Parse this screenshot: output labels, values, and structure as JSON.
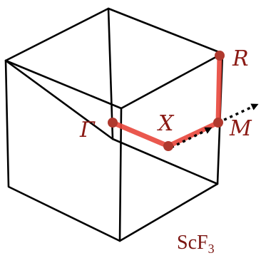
{
  "figure": {
    "material": "ScF",
    "material_subscript": "3",
    "points": [
      {
        "id": "gamma",
        "label": "Γ"
      },
      {
        "id": "x",
        "label": "X"
      },
      {
        "id": "m",
        "label": "M"
      },
      {
        "id": "r",
        "label": "R"
      }
    ],
    "path_order": [
      "Γ",
      "X",
      "M",
      "R"
    ],
    "colors": {
      "cube_edges": "#000000",
      "path": "#e8463b",
      "points": "#b0392e",
      "labels": "#8b1a14",
      "arrow": "#000000"
    }
  }
}
